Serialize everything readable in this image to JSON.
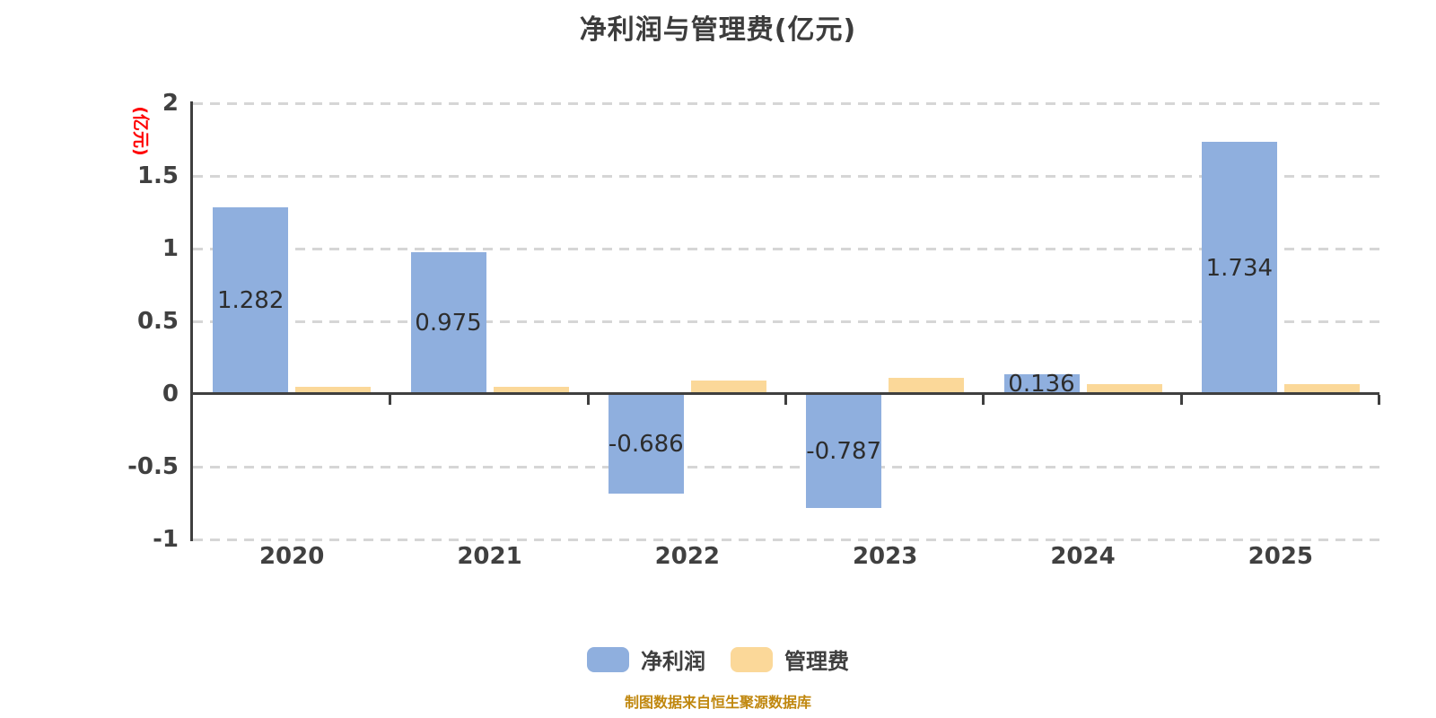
{
  "chart_data": {
    "type": "bar",
    "title": "净利润与管理费(亿元)",
    "ylabel": "(亿元)",
    "footer": "制图数据来自恒生聚源数据库",
    "categories": [
      "2020",
      "2021",
      "2022",
      "2023",
      "2024",
      "2025"
    ],
    "series": [
      {
        "key": "net-profit",
        "name": "净利润",
        "color": "#8FAFDE",
        "values": [
          1.282,
          0.975,
          -0.686,
          -0.787,
          0.136,
          1.734
        ],
        "value_labels": [
          "1.282",
          "0.975",
          "-0.686",
          "-0.787",
          "0.136",
          "1.734"
        ],
        "labels_shown": true
      },
      {
        "key": "management-fee",
        "name": "管理费",
        "color": "#FBD899",
        "values": [
          0.05,
          0.05,
          0.09,
          0.11,
          0.07,
          0.07
        ],
        "value_labels": [
          "",
          "",
          "",
          "",
          "",
          ""
        ],
        "labels_shown": false
      }
    ],
    "ylim": [
      -1,
      2
    ],
    "yticks": [
      2,
      1.5,
      1,
      0.5,
      0,
      -0.5,
      -1
    ],
    "ytick_labels": [
      "2",
      "1.5",
      "1",
      "0.5",
      "0",
      "-0.5",
      "-1"
    ],
    "grid": "horizontal-dashed",
    "legend_position": "bottom",
    "colors": {
      "axis": "#3f3f3f",
      "gridline": "#d6d6d6",
      "tick_label": "#404040",
      "value_label": "#2d2d2d",
      "y_axis_name": "#ff0000",
      "footer_text": "#c0870e",
      "background": "#ffffff"
    }
  }
}
